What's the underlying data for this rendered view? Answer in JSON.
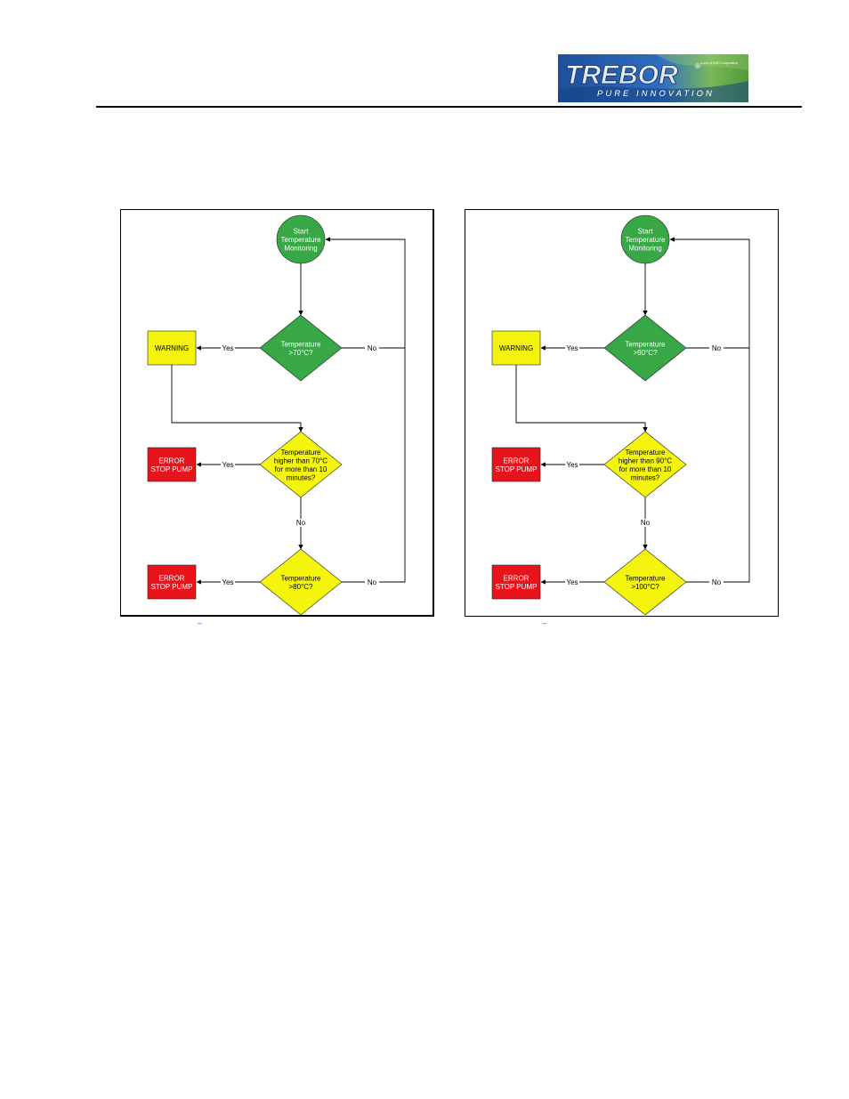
{
  "logo": {
    "text": "TREBOR",
    "registered": "®",
    "tagline": "PURE INNOVATION",
    "corporate": "A unit of IDEX Corporation"
  },
  "colors": {
    "green": "#37a845",
    "yellow": "#f4f40e",
    "red": "#e8141c",
    "line": "#000000"
  },
  "flowcharts": [
    {
      "start": [
        "Start",
        "Temperature",
        "Monitoring"
      ],
      "decision1": [
        "Temperature",
        ">70°C?"
      ],
      "warning": "WARNING",
      "decision2": [
        "Temperature",
        "higher than 70°C",
        "for more than 10",
        "minutes?"
      ],
      "error1": [
        "ERROR",
        "STOP PUMP"
      ],
      "decision3": [
        "Temperature",
        ">80°C?"
      ],
      "error2": [
        "ERROR",
        "STOP PUMP"
      ],
      "yes": "Yes",
      "no": "No"
    },
    {
      "start": [
        "Start",
        "Temperature",
        "Monitoring"
      ],
      "decision1": [
        "Temperature",
        ">90°C?"
      ],
      "warning": "WARNING",
      "decision2": [
        "Temperature",
        "higher than 90°C",
        "for more than 10",
        "minutes?"
      ],
      "error1": [
        "ERROR",
        "STOP PUMP"
      ],
      "decision3": [
        "Temperature",
        ">100°C?"
      ],
      "error2": [
        "ERROR",
        "STOP PUMP"
      ],
      "yes": "Yes",
      "no": "No"
    }
  ],
  "caption_mark": "–"
}
